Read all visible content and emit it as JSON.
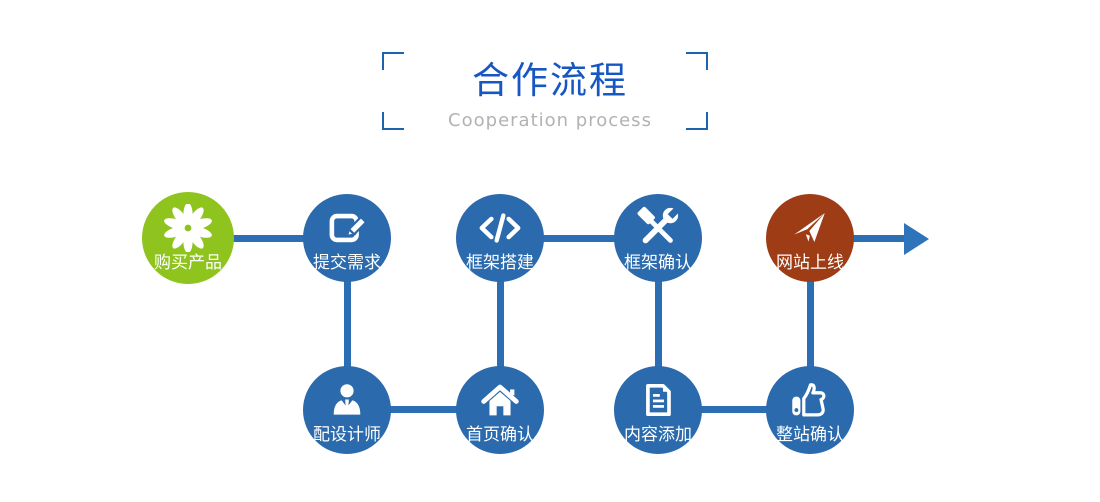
{
  "title": {
    "heading": "合作流程",
    "subtitle": "Cooperation process"
  },
  "colors": {
    "node_blue": "#2a6aad",
    "node_green": "#8fc41f",
    "node_red": "#9e3c15",
    "connector_blue": "#2c6eb3",
    "arrow_blue": "#2f74bb",
    "title_blue": "#1757c2",
    "subtitle_gray": "#b2b2b2",
    "bracket_blue": "#1d63ae"
  },
  "flow": {
    "steps": [
      {
        "label": "购买产品",
        "icon": "flower-icon"
      },
      {
        "label": "提交需求",
        "icon": "edit-icon"
      },
      {
        "label": "配设计师",
        "icon": "designer-icon"
      },
      {
        "label": "首页确认",
        "icon": "home-icon"
      },
      {
        "label": "框架搭建",
        "icon": "code-icon"
      },
      {
        "label": "框架确认",
        "icon": "tools-icon"
      },
      {
        "label": "内容添加",
        "icon": "document-icon"
      },
      {
        "label": "整站确认",
        "icon": "thumbs-up-icon"
      },
      {
        "label": "网站上线",
        "icon": "paper-plane-icon"
      }
    ]
  }
}
